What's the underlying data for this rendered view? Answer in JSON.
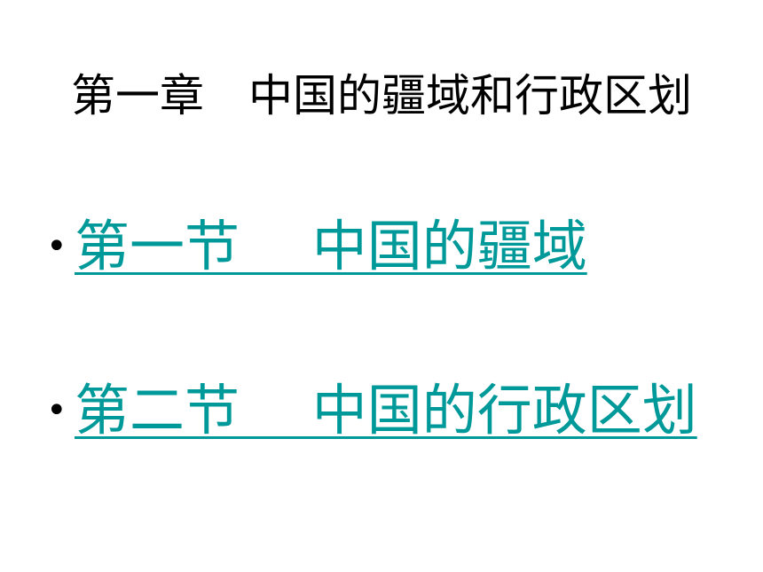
{
  "slide": {
    "title": "第一章　中国的疆域和行政区划",
    "bullet_symbol": "•",
    "items": [
      {
        "label": "第一节　 中国的疆域"
      },
      {
        "label": "第二节　 中国的行政区划"
      }
    ],
    "colors": {
      "link": "#009999",
      "text": "#000000",
      "background": "#ffffff"
    }
  }
}
